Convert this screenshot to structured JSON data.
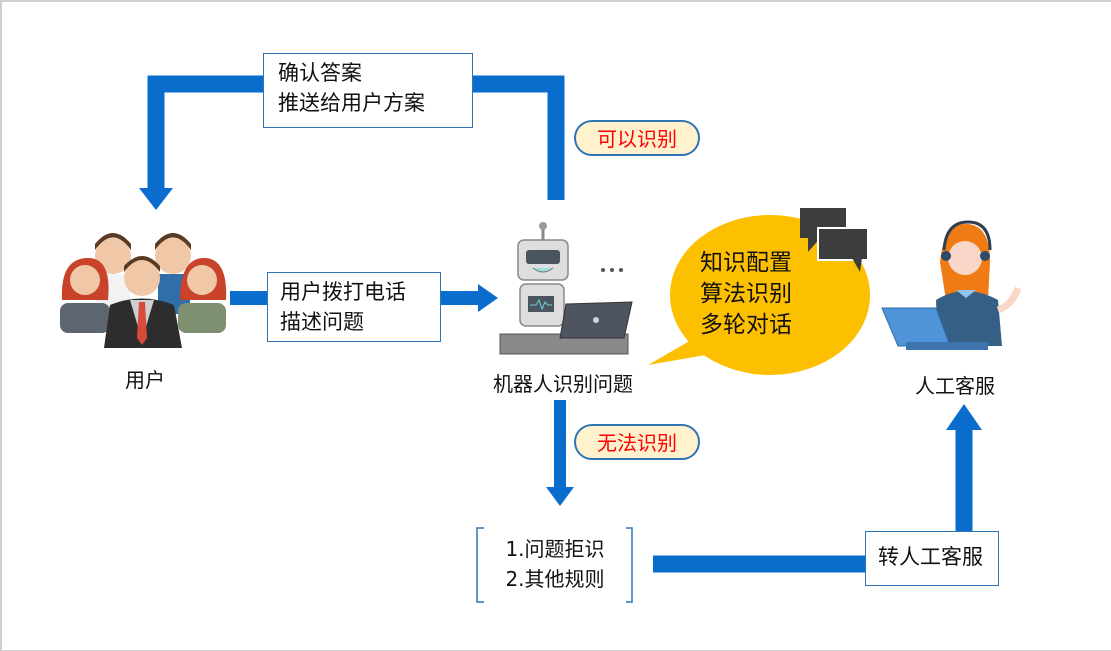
{
  "diagram": {
    "title_nodes": {
      "user": {
        "label": "用户",
        "icon": "user-group-icon"
      },
      "robot": {
        "label": "机器人识别问题",
        "icon": "robot-laptop-icon",
        "ellipsis": "..."
      },
      "agent": {
        "label": "人工客服",
        "icon": "support-agent-icon"
      }
    },
    "boxes": {
      "confirm": {
        "lines": [
          "确认答案",
          "推送给用户方案"
        ]
      },
      "call": {
        "lines": [
          "用户拨打电话",
          "描述问题"
        ]
      },
      "rules": {
        "lines": [
          "1.问题拒识",
          "2.其他规则"
        ]
      },
      "transfer": {
        "lines": [
          "转人工客服"
        ]
      }
    },
    "pills": {
      "recognized": "可以识别",
      "unrecognized": "无法识别"
    },
    "bubble": {
      "lines": [
        "知识配置",
        "算法识别",
        "多轮对话"
      ],
      "icon": "chat-bubbles-icon"
    },
    "colors": {
      "arrow": "#0a6ccc",
      "box_border": "#2e75b6",
      "pill_fill": "#fff2cc",
      "pill_text": "#ff0000",
      "bubble_fill": "#fcc000"
    }
  }
}
